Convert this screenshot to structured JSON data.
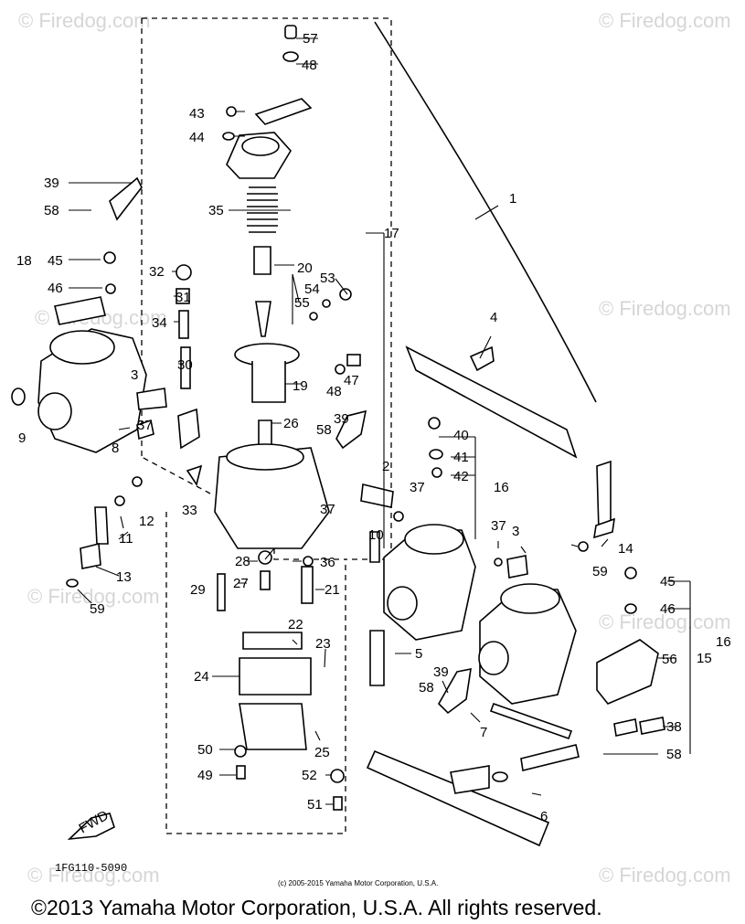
{
  "watermark": "© Firedog.com",
  "diagram_code": "1FG110-5090",
  "small_copyright": "(c) 2005-2015 Yamaha Motor Corporation, U.S.A.",
  "footer_copyright": "©2013 Yamaha Motor Corporation, U.S.A. All rights reserved.",
  "fwd_label": "FWD",
  "callouts": [
    "1",
    "2",
    "3",
    "3",
    "4",
    "5",
    "6",
    "7",
    "8",
    "9",
    "10",
    "11",
    "12",
    "13",
    "14",
    "15",
    "16",
    "16",
    "17",
    "18",
    "19",
    "20",
    "21",
    "22",
    "23",
    "24",
    "25",
    "26",
    "27",
    "28",
    "29",
    "30",
    "31",
    "32",
    "33",
    "34",
    "35",
    "36",
    "37",
    "37",
    "37",
    "37",
    "38",
    "39",
    "39",
    "39",
    "40",
    "41",
    "42",
    "43",
    "44",
    "45",
    "45",
    "46",
    "46",
    "47",
    "48",
    "48",
    "49",
    "50",
    "51",
    "52",
    "53",
    "54",
    "55",
    "56",
    "57",
    "58",
    "58",
    "58",
    "58",
    "59",
    "59"
  ]
}
